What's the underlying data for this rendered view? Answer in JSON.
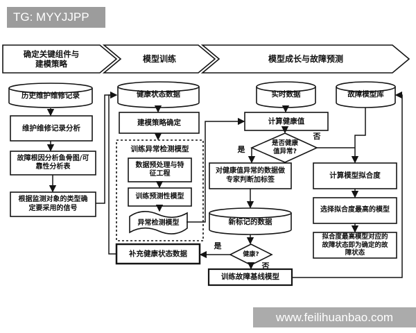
{
  "watermarks": {
    "top": "TG: MYYJJPP",
    "bottom": "www.feilihuanbao.com"
  },
  "phases": [
    {
      "label": "确定关键组件与\n建模策略"
    },
    {
      "label": "模型训练"
    },
    {
      "label": "模型成长与故障预测"
    }
  ],
  "nodes": {
    "historical_records": "历史维护维修记录",
    "maintenance_record_analysis": "维护维修记录分析",
    "fault_root_cause": "故障根因分析鱼骨图/可\n靠性分析表",
    "signal_selection": "根据监测对象的类型确\n定要采用的信号",
    "health_state_data": "健康状态数据",
    "modeling_strategy": "建模策略确定",
    "anomaly_group_title": "训练异常检测模型",
    "data_preprocessing": "数据预处理与特\n征工程",
    "train_predictive_model": "训练预测性模型",
    "anomaly_detection_model": "异常检测模型",
    "supplement_health_data": "补充健康状态数据",
    "realtime_data": "实时数据",
    "fault_model_library": "故障模型库",
    "compute_health_value": "计算健康值",
    "health_value_abnormal": "是否健康\n值异常?",
    "expert_labeling": "对健康值异常的数据做\n专家判断加标签",
    "newly_labeled_data": "新标记的数据",
    "healthy_question": "健康?",
    "train_fault_baseline": "训练故障基线模型",
    "compute_model_fit": "计算模型拟合度",
    "select_best_fit_model": "选择拟合度最高的模型",
    "fit_fault_state": "拟合度最高模型对应的\n故障状态即为确定的故\n障状态"
  },
  "branches": {
    "yes1": "是",
    "no1": "否",
    "yes2": "是",
    "no2": "否"
  },
  "colors": {
    "line": "#141414",
    "watermark_bg": "#9c9c9c",
    "background": "#ffffff"
  }
}
